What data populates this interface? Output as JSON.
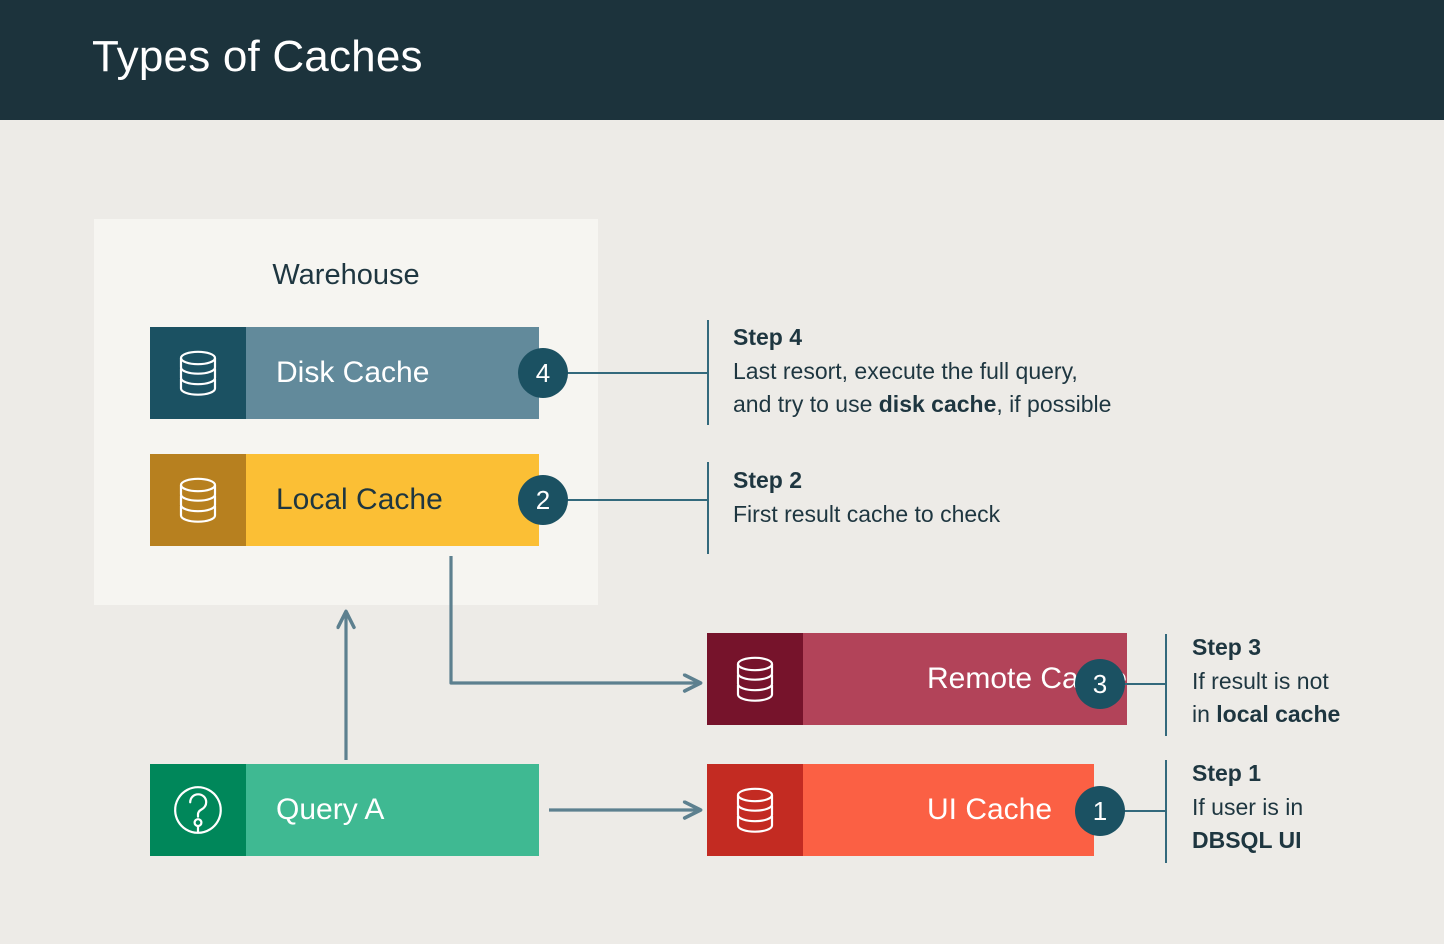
{
  "header": {
    "title": "Types of Caches",
    "background": "#1C333C",
    "text_color": "#FFFFFF"
  },
  "canvas": {
    "background": "#EDEBE7",
    "panel_background": "#F6F5F1",
    "accent_line": "#33697C",
    "badge_color": "#1B5162",
    "text_color": "#1E3640"
  },
  "warehouse": {
    "label": "Warehouse"
  },
  "caches": [
    {
      "id": "disk-cache",
      "label": "Disk Cache",
      "badge": "4",
      "icon": "database-stack-icon",
      "icon_block_color": "#1B5162",
      "body_color": "#628A9B",
      "label_color": "#FFFFFF",
      "icon_color": "#FFFFFF"
    },
    {
      "id": "local-cache",
      "label": "Local Cache",
      "badge": "2",
      "icon": "database-stack-icon",
      "icon_block_color": "#B7801F",
      "body_color": "#FBBF35",
      "label_color": "#1E3640",
      "icon_color": "#FFFFFF"
    },
    {
      "id": "remote-cache",
      "label": "Remote Cache",
      "badge": "3",
      "icon": "database-stack-icon",
      "icon_block_color": "#76132B",
      "body_color": "#B24359",
      "label_color": "#FFFFFF",
      "icon_color": "#FFFFFF"
    },
    {
      "id": "ui-cache",
      "label": "UI Cache",
      "badge": "1",
      "icon": "database-stack-icon",
      "icon_block_color": "#C32B22",
      "body_color": "#FB6044",
      "label_color": "#FFFFFF",
      "icon_color": "#FFFFFF"
    },
    {
      "id": "query-a",
      "label": "Query A",
      "badge": "",
      "icon": "question-circle-icon",
      "icon_block_color": "#00875A",
      "body_color": "#3FB992",
      "label_color": "#FFFFFF",
      "icon_color": "#FFFFFF"
    }
  ],
  "steps": [
    {
      "id": "step-4",
      "heading": "Step 4",
      "line1": "Last resort, execute the full query,",
      "line2_pre": "and try to use ",
      "line2_bold": "disk cache",
      "line2_post": ", if possible"
    },
    {
      "id": "step-2",
      "heading": "Step 2",
      "line1": "First result cache to check",
      "line2_pre": "",
      "line2_bold": "",
      "line2_post": ""
    },
    {
      "id": "step-3",
      "heading": "Step 3",
      "line1": "If result is not",
      "line2_pre": "in ",
      "line2_bold": "local cache",
      "line2_post": ""
    },
    {
      "id": "step-1",
      "heading": "Step 1",
      "line1": "If user is in",
      "line2_pre": "",
      "line2_bold": "DBSQL UI",
      "line2_post": ""
    }
  ],
  "connectors": [
    {
      "id": "query-to-warehouse",
      "from": "query-a",
      "to": "warehouse",
      "style": "arrow-up"
    },
    {
      "id": "local-to-remote",
      "from": "local-cache",
      "to": "remote-cache",
      "style": "elbow-arrow-right"
    },
    {
      "id": "query-to-ui",
      "from": "query-a",
      "to": "ui-cache",
      "style": "arrow-right"
    }
  ]
}
